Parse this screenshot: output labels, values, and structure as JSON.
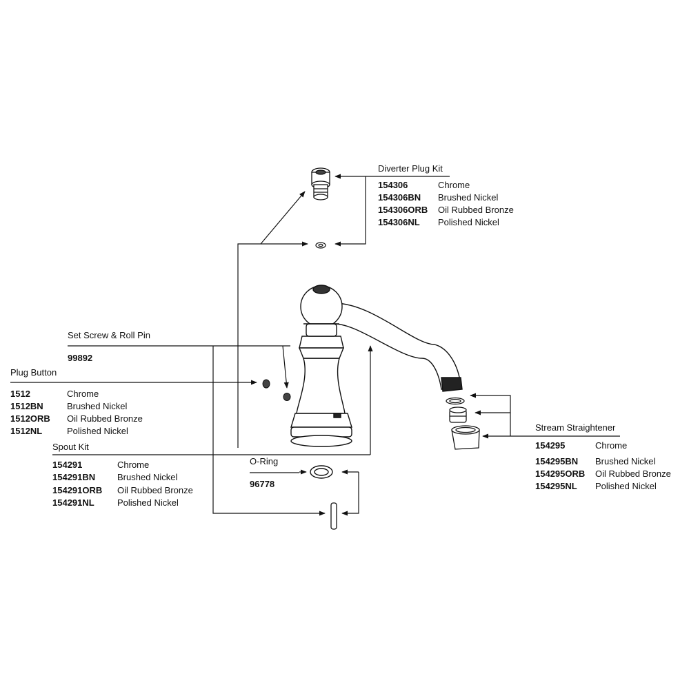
{
  "groups": {
    "diverter_plug_kit": {
      "title": "Diverter Plug Kit",
      "parts": [
        {
          "part": "154306",
          "finish": "Chrome"
        },
        {
          "part": "154306BN",
          "finish": "Brushed Nickel"
        },
        {
          "part": "154306ORB",
          "finish": "Oil Rubbed Bronze"
        },
        {
          "part": "154306NL",
          "finish": "Polished Nickel"
        }
      ]
    },
    "set_screw_roll_pin": {
      "title": "Set Screw & Roll Pin",
      "parts": [
        {
          "part": "99892"
        }
      ]
    },
    "plug_button": {
      "title": "Plug Button",
      "parts": [
        {
          "part": "1512",
          "finish": "Chrome"
        },
        {
          "part": "1512BN",
          "finish": "Brushed Nickel"
        },
        {
          "part": "1512ORB",
          "finish": "Oil Rubbed Bronze"
        },
        {
          "part": "1512NL",
          "finish": "Polished Nickel"
        }
      ]
    },
    "spout_kit": {
      "title": "Spout Kit",
      "parts": [
        {
          "part": "154291",
          "finish": "Chrome"
        },
        {
          "part": "154291BN",
          "finish": "Brushed Nickel"
        },
        {
          "part": "154291ORB",
          "finish": "Oil Rubbed Bronze"
        },
        {
          "part": "154291NL",
          "finish": "Polished Nickel"
        }
      ]
    },
    "o_ring": {
      "title": "O-Ring",
      "parts": [
        {
          "part": "96778"
        }
      ]
    },
    "stream_straightener": {
      "title": "Stream Straightener",
      "parts": [
        {
          "part": "154295",
          "finish": "Chrome"
        },
        {
          "part": "154295BN",
          "finish": "Brushed Nickel"
        },
        {
          "part": "154295ORB",
          "finish": "Oil Rubbed Bronze"
        },
        {
          "part": "154295NL",
          "finish": "Polished Nickel"
        }
      ]
    }
  }
}
